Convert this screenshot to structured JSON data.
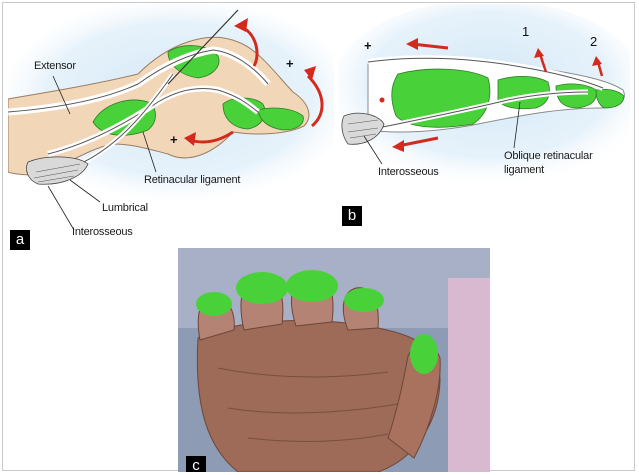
{
  "figure": {
    "panel_a": {
      "badge": "a",
      "labels": {
        "extensor": "Extensor",
        "retinacular": "Retinacular ligament",
        "lumbrical": "Lumbrical",
        "interosseous": "Interosseous"
      },
      "plus_1": "+",
      "plus_2": "+"
    },
    "panel_b": {
      "badge": "b",
      "labels": {
        "interosseous": "Interosseous",
        "oblique_1": "Oblique retinacular",
        "oblique_2": "ligament"
      },
      "plus": "+",
      "marker_1": "1",
      "marker_2": "2"
    },
    "panel_c": {
      "badge": "c"
    }
  },
  "colors": {
    "tendon_green": "#49d13a",
    "skin_peach": "#f2d6b8",
    "glow_blue": "#cfe6f6",
    "arrow_red": "#d42a1e",
    "badge_bg": "#000000"
  }
}
